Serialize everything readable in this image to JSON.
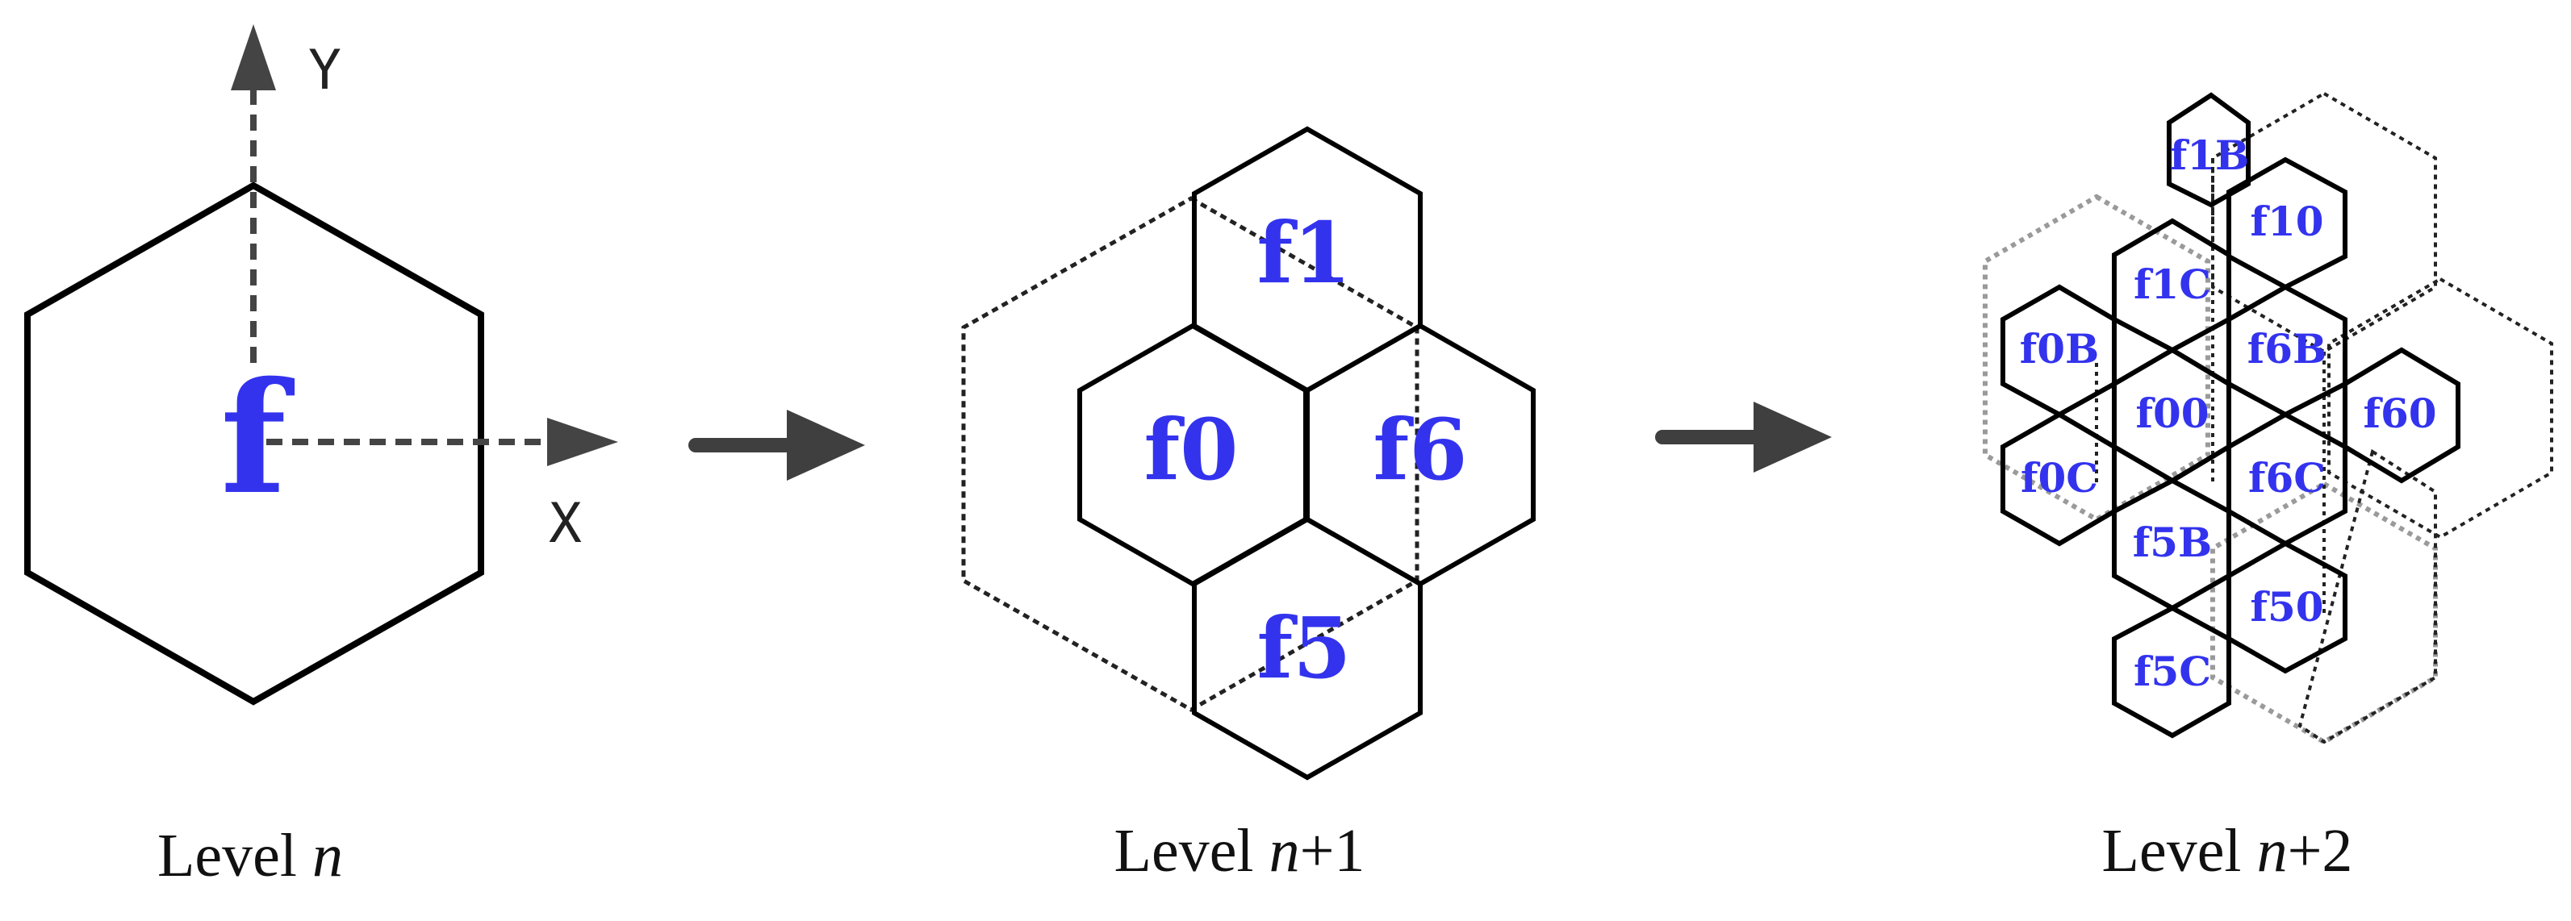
{
  "axes": {
    "x_label": "X",
    "y_label": "Y"
  },
  "levels": [
    {
      "caption_prefix": "Level ",
      "caption_var": "n",
      "caption_suffix": "",
      "cells": [
        "f"
      ]
    },
    {
      "caption_prefix": "Level ",
      "caption_var": "n",
      "caption_suffix": "+1",
      "cells": [
        "f1",
        "f0",
        "f6",
        "f5"
      ]
    },
    {
      "caption_prefix": "Level ",
      "caption_var": "n",
      "caption_suffix": "+2",
      "cells": [
        "f1B",
        "f10",
        "f1C",
        "f0B",
        "f6B",
        "f00",
        "f60",
        "f0C",
        "f6C",
        "f5B",
        "f50",
        "f5C"
      ]
    }
  ],
  "colors": {
    "cell_label": "#3333ee",
    "outline": "#000000",
    "parent_outline": "#222222",
    "ghost_outline": "#9a9a9a",
    "axis": "#444444",
    "arrow": "#3f3f3f"
  }
}
